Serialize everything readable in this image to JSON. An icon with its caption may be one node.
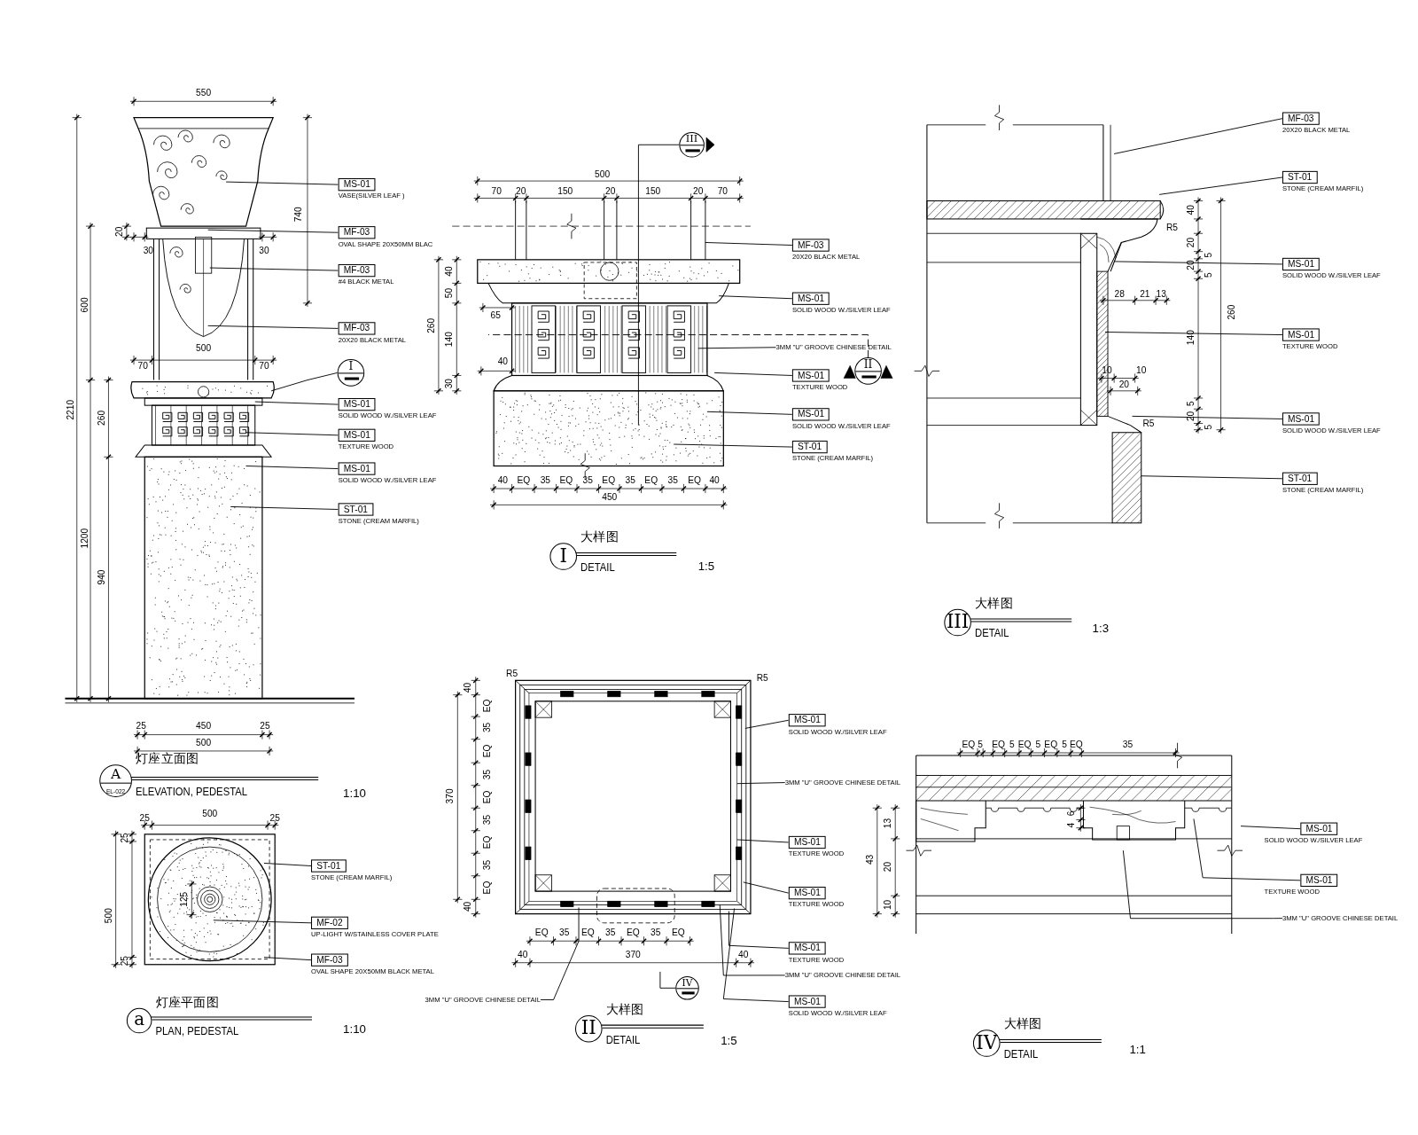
{
  "diagram": {
    "nodes": [
      {
        "text": [
          "MS-01",
          "VASE(SILVER LEAF )"
        ]
      },
      {
        "text": [
          "MF-03",
          "OVAL SHAPE 20X50MM BLAC"
        ]
      },
      {
        "text": [
          "MF-03",
          "#4 BLACK METAL"
        ]
      },
      {
        "text": [
          "MF-03",
          "20X20 BLACK METAL"
        ]
      },
      {
        "text": [
          "I"
        ]
      },
      {
        "text": [
          "MS-01",
          "SOLID WOOD W./SILVER LEAF"
        ]
      },
      {
        "text": [
          "MS-01",
          "TEXTURE WOOD"
        ]
      },
      {
        "text": [
          "MS-01",
          "SOLID WOOD W./SILVER LEAF"
        ]
      },
      {
        "text": [
          "ST-01",
          "STONE (CREAM MARFIL)"
        ]
      },
      {
        "text": [
          "A",
          "EL-022"
        ],
        "beside": [
          "灯座立面图",
          "ELEVATION, PEDESTAL"
        ]
      },
      {
        "text": [
          "ST-01",
          "STONE (CREAM MARFIL)"
        ]
      },
      {
        "text": [
          "MF-02",
          "UP-LIGHT W/STAINLESS COVER PLATE"
        ]
      },
      {
        "text": [
          "MF-03",
          "OVAL SHAPE 20X50MM BLACK METAL"
        ]
      },
      {
        "text": [
          "a"
        ],
        "beside": [
          "灯座平面图",
          "PLAN, PEDESTAL"
        ]
      },
      {
        "text": [
          "III"
        ]
      },
      {
        "text": [
          "MF-03",
          "20X20 BLACK METAL"
        ]
      },
      {
        "text": [
          "MS-01",
          "SOLID WOOD W./SILVER LEAF"
        ]
      },
      {
        "text": [
          "3MM \"U\" GROOVE CHINESE DETAIL"
        ]
      },
      {
        "text": [
          "II"
        ]
      },
      {
        "text": [
          "MS-01",
          "TEXTURE WOOD"
        ]
      },
      {
        "text": [
          "MS-01",
          "SOLID WOOD W./SILVER LEAF"
        ]
      },
      {
        "text": [
          "ST-01",
          "STONE (CREAM MARFIL)"
        ]
      },
      {
        "text": [
          "I"
        ],
        "beside": [
          "大样图",
          "DETAIL"
        ]
      },
      {
        "text": [
          "MF-03",
          "20X20 BLACK METAL"
        ]
      },
      {
        "text": [
          "ST-01",
          "STONE (CREAM MARFIL)"
        ]
      },
      {
        "text": [
          "MS-01",
          "SOLID WOOD W./SILVER LEAF"
        ]
      },
      {
        "text": [
          "MS-01",
          "TEXTURE WOOD"
        ]
      },
      {
        "text": [
          "MS-01",
          "SOLID WOOD W./SILVER LEAF"
        ]
      },
      {
        "text": [
          "ST-01",
          "STONE (CREAM MARFIL)"
        ]
      },
      {
        "text": [
          "III"
        ],
        "beside": [
          "大样图",
          "DETAIL"
        ]
      },
      {
        "text": [
          "MS-01",
          "SOLID WOOD W./SILVER LEAF"
        ]
      },
      {
        "text": [
          "3MM \"U\" GROOVE CHINESE DETAIL"
        ]
      },
      {
        "text": [
          "MS-01",
          "TEXTURE WOOD"
        ]
      },
      {
        "text": [
          "MS-01",
          "TEXTURE WOOD"
        ]
      },
      {
        "text": [
          "MS-01",
          "TEXTURE WOOD"
        ]
      },
      {
        "text": [
          "3MM \"U\" GROOVE CHINESE DETAIL"
        ]
      },
      {
        "text": [
          "IV"
        ]
      },
      {
        "text": [
          "MS-01",
          "SOLID WOOD W./SILVER LEAF"
        ]
      },
      {
        "text": [
          "3MM \"U\" GROOVE CHINESE DETAIL"
        ]
      },
      {
        "text": [
          "II"
        ],
        "beside": [
          "大样图",
          "DETAIL"
        ]
      },
      {
        "text": [
          "MS-01",
          "SOLID WOOD W./SILVER LEAF"
        ]
      },
      {
        "text": [
          "MS-01",
          "TEXTURE WOOD"
        ]
      },
      {
        "text": [
          "3MM \"U\" GROOVE CHINESE DETAIL"
        ]
      },
      {
        "text": [
          "IV"
        ],
        "beside": [
          "大样图",
          "DETAIL"
        ]
      },
      {
        "text": [],
        "shape": "picture"
      }
    ],
    "edges": [
      {
        "from": 0,
        "to": null,
        "arrow": "none"
      },
      {
        "from": 1,
        "to": null,
        "arrow": "none"
      },
      {
        "from": 2,
        "to": null,
        "arrow": "none"
      },
      {
        "from": 3,
        "to": null,
        "arrow": "none"
      },
      {
        "from": 4,
        "to": null,
        "arrow": "none"
      },
      {
        "from": 5,
        "to": null,
        "arrow": "none"
      },
      {
        "from": 6,
        "to": null,
        "arrow": "none"
      },
      {
        "from": 7,
        "to": null,
        "arrow": "none"
      },
      {
        "from": 8,
        "to": null,
        "arrow": "none"
      },
      {
        "from": 10,
        "to": null,
        "arrow": "none"
      },
      {
        "from": 11,
        "to": null,
        "arrow": "none"
      },
      {
        "from": 12,
        "to": null,
        "arrow": "none"
      },
      {
        "from": 14,
        "to": null,
        "arrow": "none"
      },
      {
        "from": 15,
        "to": null,
        "arrow": "none"
      },
      {
        "from": 16,
        "to": null,
        "arrow": "none"
      },
      {
        "from": 17,
        "to": null,
        "arrow": "none"
      },
      {
        "from": 18,
        "to": null,
        "arrow": "none",
        "style": "dashed"
      },
      {
        "from": 19,
        "to": null,
        "arrow": "none"
      },
      {
        "from": 20,
        "to": null,
        "arrow": "none"
      },
      {
        "from": 21,
        "to": null,
        "arrow": "none"
      },
      {
        "from": 23,
        "to": null,
        "arrow": "none"
      },
      {
        "from": 24,
        "to": null,
        "arrow": "none"
      },
      {
        "from": 25,
        "to": null,
        "arrow": "none"
      },
      {
        "from": 26,
        "to": null,
        "arrow": "none"
      },
      {
        "from": 27,
        "to": null,
        "arrow": "none"
      },
      {
        "from": 28,
        "to": null,
        "arrow": "none"
      },
      {
        "from": 30,
        "to": null,
        "arrow": "none"
      },
      {
        "from": 31,
        "to": null,
        "arrow": "none"
      },
      {
        "from": 32,
        "to": null,
        "arrow": "none"
      },
      {
        "from": 33,
        "to": null,
        "arrow": "none"
      },
      {
        "from": 34,
        "to": null,
        "arrow": "none"
      },
      {
        "from": 35,
        "to": null,
        "arrow": "none"
      },
      {
        "from": 36,
        "to": null,
        "arrow": "none"
      },
      {
        "from": 37,
        "to": null,
        "arrow": "none"
      },
      {
        "from": 38,
        "to": null,
        "arrow": "none"
      },
      {
        "from": 40,
        "to": 44,
        "arrow": "none"
      },
      {
        "from": 41,
        "to": 44,
        "arrow": "none"
      },
      {
        "from": 42,
        "to": 44,
        "arrow": "none"
      }
    ],
    "labels": [
      "550",
      "20",
      "30",
      "30",
      "740",
      "600",
      "500",
      "70",
      "70",
      "2210",
      "260",
      "1200",
      "940",
      "25",
      "450",
      "25",
      "500",
      "500",
      "25",
      "25",
      "25",
      "500",
      "125",
      "25",
      "500",
      "70",
      "20",
      "150",
      "20",
      "150",
      "20",
      "70",
      "40",
      "50",
      "260",
      "65",
      "140",
      "40",
      "30",
      "40",
      "EQ",
      "35",
      "EQ",
      "35",
      "EQ",
      "35",
      "EQ",
      "35",
      "EQ",
      "40",
      "450",
      "R5",
      "40",
      "20",
      "5",
      "20",
      "5",
      "260",
      "28",
      "21",
      "13",
      "140",
      "10",
      "10",
      "20",
      "5",
      "20",
      "5",
      "R5",
      "R5",
      "R5",
      "40",
      "EQ",
      "35",
      "EQ",
      "35",
      "EQ",
      "35",
      "EQ",
      "35",
      "EQ",
      "370",
      "40",
      "EQ",
      "35",
      "EQ",
      "35",
      "EQ",
      "35",
      "EQ",
      "40",
      "370",
      "40",
      "EQ",
      "5",
      "EQ",
      "5",
      "EQ",
      "5",
      "EQ",
      "5",
      "EQ",
      "35",
      "6",
      "4",
      "13",
      "43",
      "20",
      "10",
      "1:10",
      "1:10",
      "1:5",
      "1:3",
      "1:5",
      "1:1"
    ]
  }
}
